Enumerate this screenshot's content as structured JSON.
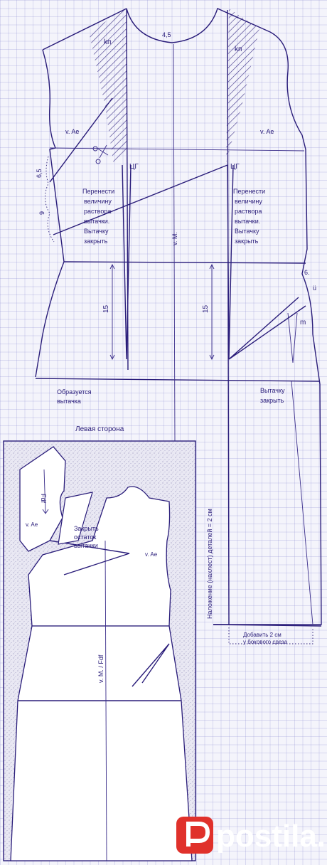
{
  "colors": {
    "ink": "#2a1d7a",
    "paper": "#f4f4fb",
    "grid": "#9090c8",
    "watermark_red": "#e0312b"
  },
  "labels": {
    "neck_measure": "4,5",
    "kp_left": "kп",
    "kp_right": "kп",
    "armhole_left": "v. Ae",
    "armhole_right": "v. Ae",
    "cg_left": "ЦГ",
    "cg_right": "ЦГ",
    "measure_65": "6,5",
    "measure_9": "9",
    "transfer_left": [
      "Перенести",
      "величину",
      "раствора",
      "вытачки.",
      "Вытачку",
      "закрыть"
    ],
    "transfer_right": [
      "Перенести",
      "величину",
      "раствора",
      "вытачки.",
      "Вытачку",
      "закрыть"
    ],
    "center_front": "v. M.",
    "dart_15_left": "15",
    "dart_15_right": "15",
    "measure_6": "6.",
    "label_u": "ü",
    "label_m": "m",
    "forms_dart": [
      "Образуется",
      "вытачка"
    ],
    "close_dart": [
      "Вытачку",
      "закрыть"
    ],
    "left_side": "Левая сторона",
    "overlap": "Наложение (нахлест) деталей = 2 см",
    "add_2cm": [
      "Добавить 2 см",
      "у бокового среза"
    ],
    "inset_fdf": "Fdf",
    "inset_armhole_left": "v. Ae",
    "inset_close_rest": [
      "Закрыть",
      "остаток",
      "вытачки"
    ],
    "inset_armhole_right": "v. Ae",
    "inset_center": "v. M. / Fdf"
  },
  "watermark": {
    "text": "postila.ru",
    "icon": "postila-p-icon"
  }
}
